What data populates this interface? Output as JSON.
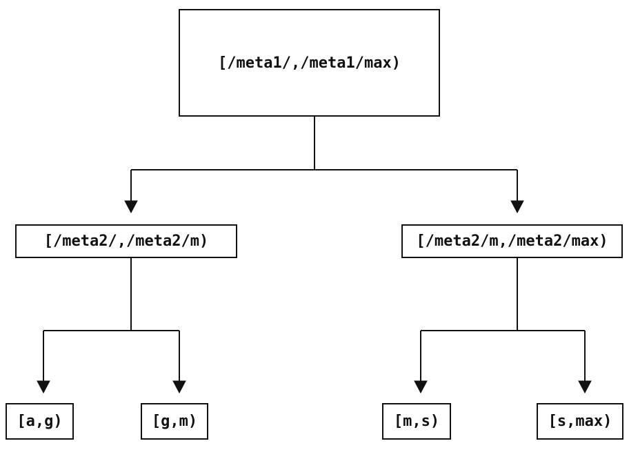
{
  "diagram": {
    "type": "tree",
    "description": "Key-range partition tree with half-open interval labels",
    "nodes": {
      "root": {
        "label": "[/meta1/,/meta1/max)"
      },
      "meta2_left": {
        "label": "[/meta2/,/meta2/m)"
      },
      "meta2_right": {
        "label": "[/meta2/m,/meta2/max)"
      },
      "leaf_ag": {
        "label": "[a,g)"
      },
      "leaf_gm": {
        "label": "[g,m)"
      },
      "leaf_ms": {
        "label": "[m,s)"
      },
      "leaf_smax": {
        "label": "[s,max)"
      }
    },
    "edges": [
      {
        "from": "root",
        "to": "meta2_left"
      },
      {
        "from": "root",
        "to": "meta2_right"
      },
      {
        "from": "meta2_left",
        "to": "leaf_ag"
      },
      {
        "from": "meta2_left",
        "to": "leaf_gm"
      },
      {
        "from": "meta2_right",
        "to": "leaf_ms"
      },
      {
        "from": "meta2_right",
        "to": "leaf_smax"
      }
    ],
    "colors": {
      "line": "#111111",
      "text": "#111111",
      "node_background": "#ffffff",
      "page_background": "#ffffff"
    }
  }
}
